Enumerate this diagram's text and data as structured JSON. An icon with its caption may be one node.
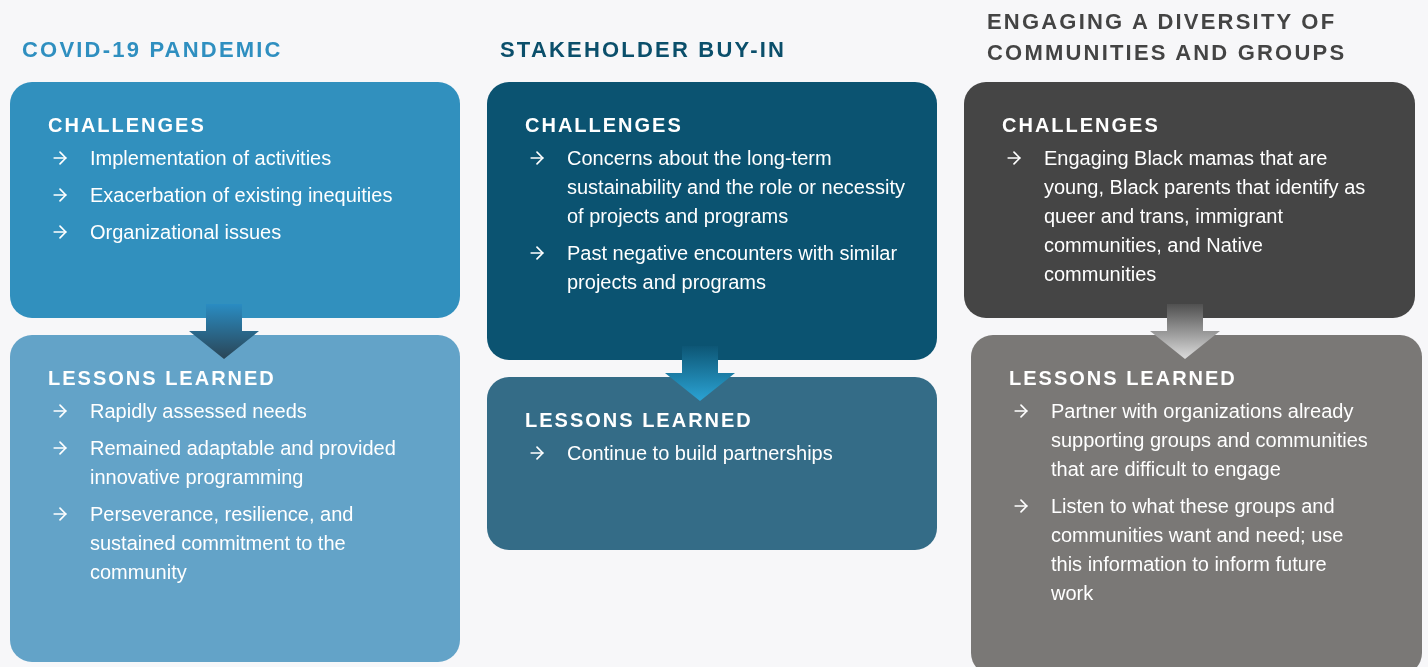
{
  "diagram": {
    "nodes": [
      {
        "text": [
          "CHALLENGES",
          "Implementation of activities",
          "Exacerbation of existing inequities",
          "Organizational issues"
        ]
      },
      {
        "text": [
          "LESSONS LEARNED",
          "Rapidly assessed needs",
          "Remained adaptable and provided innovative programming",
          "Perseverance, resilience, and sustained commitment to the community"
        ]
      },
      {
        "text": [
          "CHALLENGES",
          "Concerns about the long-term sustainability and the role or necessity of projects and programs",
          "Past negative encounters with similar projects and programs"
        ]
      },
      {
        "text": [
          "LESSONS LEARNED",
          "Continue to build partnerships"
        ]
      },
      {
        "text": [
          "CHALLENGES",
          "Engaging Black mamas that are young, Black parents that identify as queer and trans, immigrant communities, and Native communities"
        ]
      },
      {
        "text": [
          "LESSONS LEARNED",
          "Partner with organizations already supporting groups and communities that are difficult to engage",
          "Listen to what these groups and communities want and need; use this information to inform future work"
        ]
      }
    ],
    "edges": [
      {
        "from": 0,
        "to": 1,
        "arrow": "to",
        "style": "thick"
      },
      {
        "from": 2,
        "to": 3,
        "arrow": "to",
        "style": "thick"
      },
      {
        "from": 4,
        "to": 5,
        "arrow": "to",
        "style": "thick"
      }
    ],
    "labels": [
      "COVID-19 PANDEMIC",
      "STAKEHOLDER BUY-IN",
      "ENGAGING A DIVERSITY OF COMMUNITIES AND GROUPS"
    ]
  }
}
